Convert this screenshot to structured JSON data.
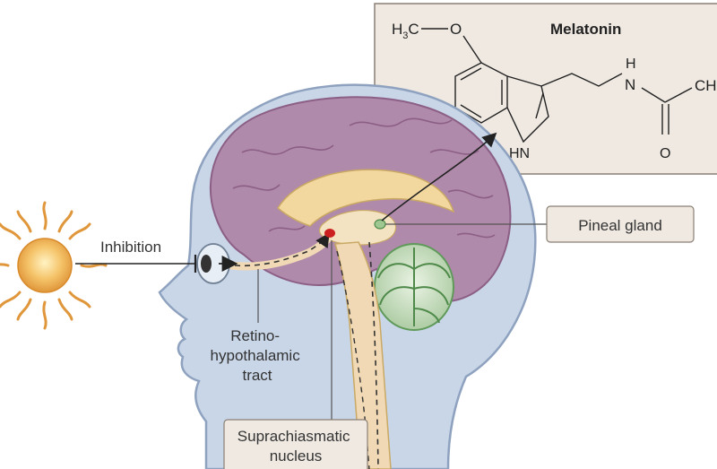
{
  "diagram": {
    "labels": {
      "inhibition": "Inhibition",
      "tract_line1": "Retino-",
      "tract_line2": "hypothalamic",
      "tract_line3": "tract",
      "pineal": "Pineal gland",
      "scn_line1": "Suprachiasmatic",
      "scn_line2": "nucleus"
    },
    "molecule": {
      "title": "Melatonin",
      "methoxy_h": "H",
      "methoxy_sub": "3",
      "methoxy_c": "C",
      "methoxy_o": "O",
      "amide_h": "H",
      "amide_n": "N",
      "ring_nh": "HN",
      "carbonyl_o": "O",
      "methyl": "CH"
    },
    "colors": {
      "skin": "#c9d6e8",
      "skin_outline": "#8ea2bf",
      "brain": "#b08aaa",
      "brain_dark": "#8c5f86",
      "box_bg": "#efe9e2",
      "sun": "#f2b65a",
      "scn_dot": "#cc1f1f",
      "cerebellum": "#5f9a5a"
    },
    "icons": [
      "sun-icon",
      "eye-icon"
    ]
  }
}
